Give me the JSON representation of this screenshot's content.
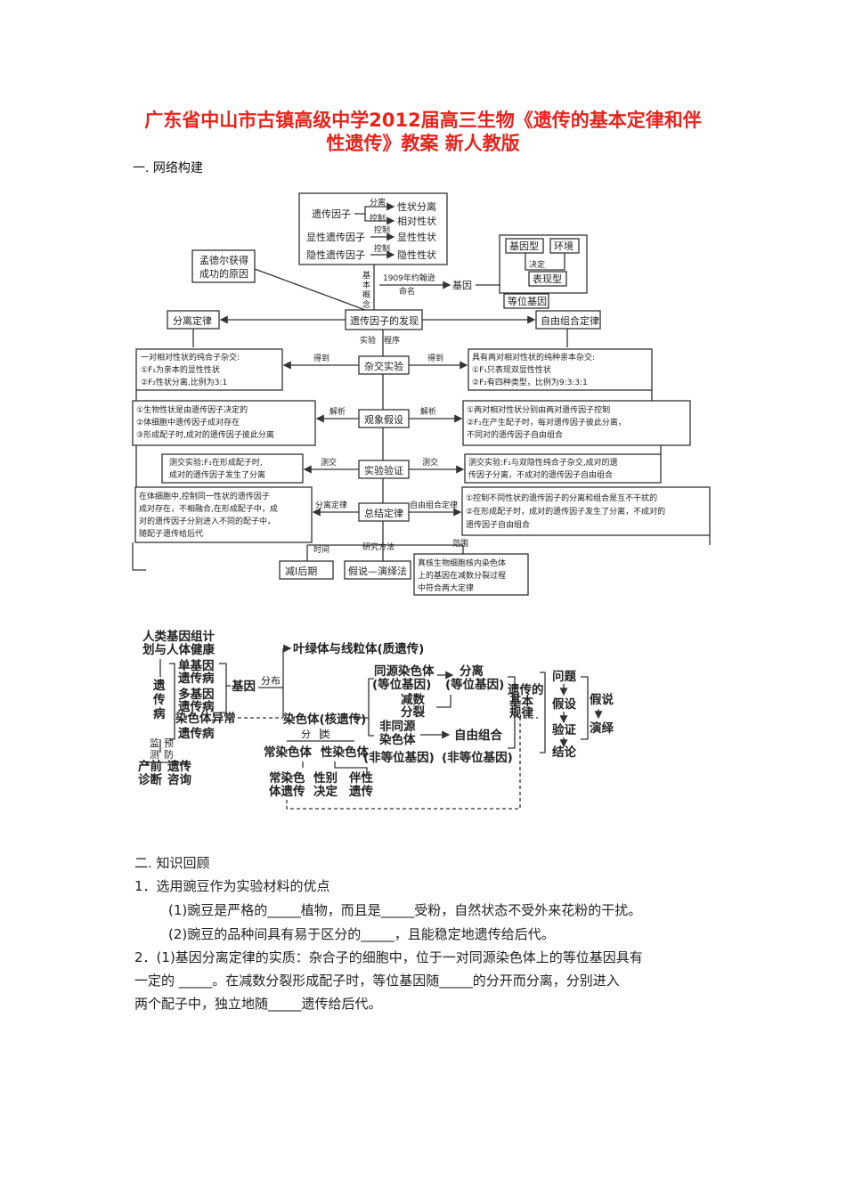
{
  "title_line1": "广东省中山市古镇高级中学2012届高三生物《遗传的基本定律和伴",
  "title_line2": "性遗传》教案 新人教版",
  "section1": "一. 网络构建",
  "diagram1": {
    "top": {
      "l1": "遗传因子",
      "l1a": "分离",
      "l1r": "性状分离",
      "l2a": "控制",
      "l2r": "相对性状",
      "l3": "显性遗传因子",
      "l3a": "控制",
      "l3r": "显性性状",
      "l4": "隐性遗传因子",
      "l4a": "控制",
      "l4r": "隐性性状"
    },
    "mendel": [
      "孟德尔获得",
      "成功的原因"
    ],
    "basic": [
      "基",
      "本",
      "概",
      "念"
    ],
    "year_1909": "1909年约翰逊",
    "naming": "命名",
    "gene": "基因",
    "genotype": "基因型",
    "env": "环境",
    "decide": "决定",
    "phenotype": "表现型",
    "allele": "等位基因",
    "discovery": "遗传因子的发现",
    "seg_law": "分离定律",
    "ind_law": "自由组合定律",
    "exp_proc": "实验　程序",
    "cross": "杂交实验",
    "get": "得到",
    "left_cross": [
      "一对相对性状的纯合子杂交:",
      "①F₁为亲本的显性性状",
      "②F₂性状分离,比例为3:1"
    ],
    "right_cross": [
      "具有两对相对性状的纯种亲本杂交:",
      "①F₁只表现双显性性状",
      "②F₂有四种类型，比例为9:3:3:1"
    ],
    "hypo": "观象假设",
    "explain": "解析",
    "left_hypo": [
      "①生物性状是由遗传因子决定的",
      "②体细胞中遗传因子成对存在",
      "③形成配子时,成对的遗传因子彼此分离"
    ],
    "right_hypo": [
      "①两对相对性状分别由两对遗传因子控制",
      "②F₁在产生配子时，每对遗传因子彼此分离，",
      "不同对的遗传因子自由组合"
    ],
    "verify": "实验验证",
    "testcross": "测交",
    "left_verify": [
      "测交实验:F₁在形成配子时,",
      "成对的遗传因子发生了分离"
    ],
    "right_verify": [
      "测交实验:F₁与双隐性纯合子杂交,成对的遗",
      "传因子分离，不成对的遗传因子自由组合"
    ],
    "summary": "总结定律",
    "seg_label": "分离定律",
    "ind_label": "自由组合定律",
    "left_sum": [
      "在体细胞中,控制同一性状的遗传因子",
      "成对存在，不相融合,在形成配子中，成",
      "对的遗传因子分别进入不同的配子中，",
      "随配子遗传给后代"
    ],
    "right_sum": [
      "①控制不同性状的遗传因子的分离和组合是互不干扰的",
      "②在形成配子时，成对的遗传因子发生了分离，不成对的",
      "遗传因子自由组合"
    ],
    "time": "时间",
    "method": "研究方法",
    "scope": "范围",
    "meiosis": "减Ⅰ后期",
    "hd_method": "假说—演绎法",
    "scope_box": [
      "真核生物细胞核内染色体",
      "上的基因在减数分裂过程",
      "中符合两大定律"
    ]
  },
  "diagram2": {
    "hgp": [
      "人类基因组计",
      "划与人体健康"
    ],
    "disease": [
      "遗",
      "传",
      "病"
    ],
    "single": [
      "单基因",
      "遗传病"
    ],
    "multi": [
      "多基因",
      "遗传病"
    ],
    "chrom_ab": [
      "染色体异常",
      "遗传病"
    ],
    "monitor": [
      "监",
      "测"
    ],
    "prevent": [
      "预",
      "防"
    ],
    "prenatal": [
      "产前",
      "诊断"
    ],
    "counsel": [
      "遗传",
      "咨询"
    ],
    "gene": "基因",
    "distrib": "分布",
    "cyto": "叶绿体与线粒体(质遗传)",
    "chrom": "染色体(核遗传)",
    "classify": "分　类",
    "autosome": "常染色体",
    "sex_chrom": "性染色体",
    "auto_inh": [
      "常染色",
      "体遗传"
    ],
    "sex_det": [
      "性别",
      "决定"
    ],
    "sex_link": [
      "伴性",
      "遗传"
    ],
    "homolog": [
      "同源染色体",
      "(等位基因)"
    ],
    "separate": [
      "分离",
      "(等位基因)"
    ],
    "meio": [
      "减数",
      "分裂"
    ],
    "nonhomolog": [
      "非同源",
      "染色体"
    ],
    "freecomb": "自由组合",
    "nonallele1": "(非等位基因)",
    "nonallele2": "(非等位基因)",
    "basic_law": [
      "遗传的",
      "基本",
      "规律"
    ],
    "question": "问题",
    "hypothesis": "假设",
    "verify": "验证",
    "conclusion": "结论",
    "hyp2": "假说",
    "deduce": "演绎"
  },
  "section2": {
    "heading": "二. 知识回顾",
    "q1": "1．选用豌豆作为实验材料的优点",
    "q1a": "(1)豌豆是严格的_____植物，而且是_____受粉，自然状态不受外来花粉的干扰。",
    "q1b": "(2)豌豆的品种间具有易于区分的_____，且能稳定地遗传给后代。",
    "q2a": "2．(1)基因分离定律的实质：杂合子的细胞中，位于一对同源染色体上的等位基因具有",
    "q2b": "一定的 _____。在减数分裂形成配子时，等位基因随_____的分开而分离，分别进入",
    "q2c": "两个配子中，独立地随_____遗传给后代。"
  }
}
